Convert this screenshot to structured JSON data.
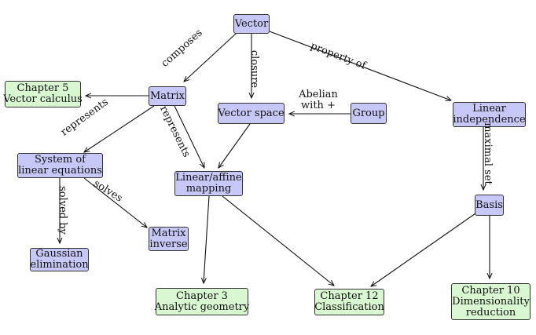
{
  "nodes": {
    "vector": {
      "text": [
        "Vector"
      ],
      "kind": "concept"
    },
    "matrix": {
      "text": [
        "Matrix"
      ],
      "kind": "concept"
    },
    "vector_space": {
      "text": [
        "Vector space"
      ],
      "kind": "concept"
    },
    "group": {
      "text": [
        "Group"
      ],
      "kind": "concept"
    },
    "linear_independence": {
      "text": [
        "Linear",
        "independence"
      ],
      "kind": "concept"
    },
    "system_linear_eq": {
      "text": [
        "System of",
        "linear equations"
      ],
      "kind": "concept"
    },
    "linear_affine": {
      "text": [
        "Linear/affine",
        "mapping"
      ],
      "kind": "concept"
    },
    "basis": {
      "text": [
        "Basis"
      ],
      "kind": "concept"
    },
    "gaussian": {
      "text": [
        "Gaussian",
        "elimination"
      ],
      "kind": "concept"
    },
    "matrix_inverse": {
      "text": [
        "Matrix",
        "inverse"
      ],
      "kind": "concept"
    },
    "ch5": {
      "text": [
        "Chapter 5",
        "Vector calculus"
      ],
      "kind": "chapter"
    },
    "ch3": {
      "text": [
        "Chapter 3",
        "Analytic geometry"
      ],
      "kind": "chapter"
    },
    "ch12": {
      "text": [
        "Chapter 12",
        "Classification"
      ],
      "kind": "chapter"
    },
    "ch10": {
      "text": [
        "Chapter 10",
        "Dimensionality",
        "reduction"
      ],
      "kind": "chapter"
    }
  },
  "edges": [
    {
      "from": "vector",
      "to": "matrix",
      "label": "composes"
    },
    {
      "from": "vector",
      "to": "vector_space",
      "label": "closure"
    },
    {
      "from": "vector",
      "to": "linear_independence",
      "label": "property of"
    },
    {
      "from": "matrix",
      "to": "ch5",
      "label": ""
    },
    {
      "from": "matrix",
      "to": "system_linear_eq",
      "label": "represents"
    },
    {
      "from": "matrix",
      "to": "linear_affine",
      "label": "represents"
    },
    {
      "from": "group",
      "to": "vector_space",
      "label": "Abelian with +"
    },
    {
      "from": "vector_space",
      "to": "linear_affine",
      "label": ""
    },
    {
      "from": "linear_independence",
      "to": "basis",
      "label": "maximal set"
    },
    {
      "from": "system_linear_eq",
      "to": "gaussian",
      "label": "solved by"
    },
    {
      "from": "system_linear_eq",
      "to": "matrix_inverse",
      "label": "solves"
    },
    {
      "from": "linear_affine",
      "to": "ch3",
      "label": ""
    },
    {
      "from": "linear_affine",
      "to": "ch12",
      "label": ""
    },
    {
      "from": "basis",
      "to": "ch12",
      "label": ""
    },
    {
      "from": "basis",
      "to": "ch10",
      "label": ""
    }
  ],
  "colors": {
    "concept_fill": "#c8c8f8",
    "chapter_fill": "#d9f8d1",
    "stroke": "#333333",
    "edge": "#111111"
  }
}
